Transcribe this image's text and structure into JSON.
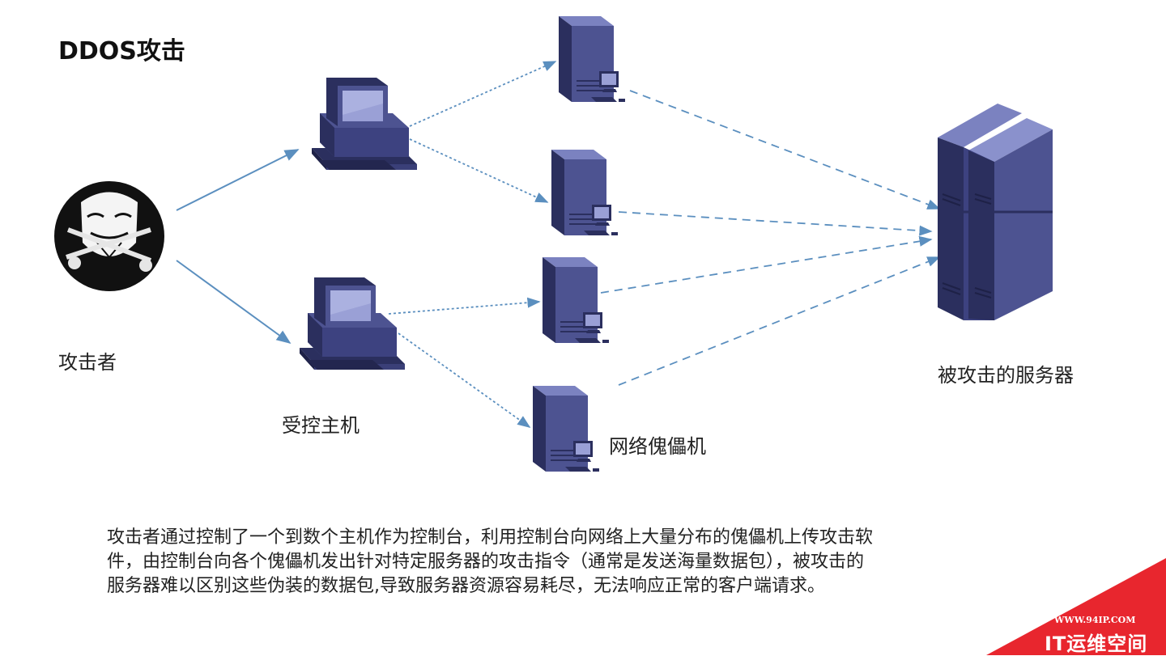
{
  "title": "DDOS攻击",
  "labels": {
    "attacker": "攻击者",
    "controlled_hosts": "受控主机",
    "botnet": "网络傀儡机",
    "target_server": "被攻击的服务器"
  },
  "description": [
    "攻击者通过控制了一个到数个主机作为控制台，利用控制台向网络上大量分布的傀儡机上传攻击软",
    "件，由控制台向各个傀儡机发出针对特定服务器的攻击指令（通常是发送海量数据包），被攻击的",
    "服务器难以区别这些伪装的数据包,导致服务器资源容易耗尽，无法响应正常的客户端请求。"
  ],
  "watermark": {
    "url": "WWW.94IP.COM",
    "text": "IT运维空间"
  },
  "colors": {
    "arrow": "#5b8fbf",
    "device_dark": "#2b2f5e",
    "device_mid": "#4d5391",
    "device_light": "#7b82c0",
    "watermark_red": "#e8262e"
  }
}
